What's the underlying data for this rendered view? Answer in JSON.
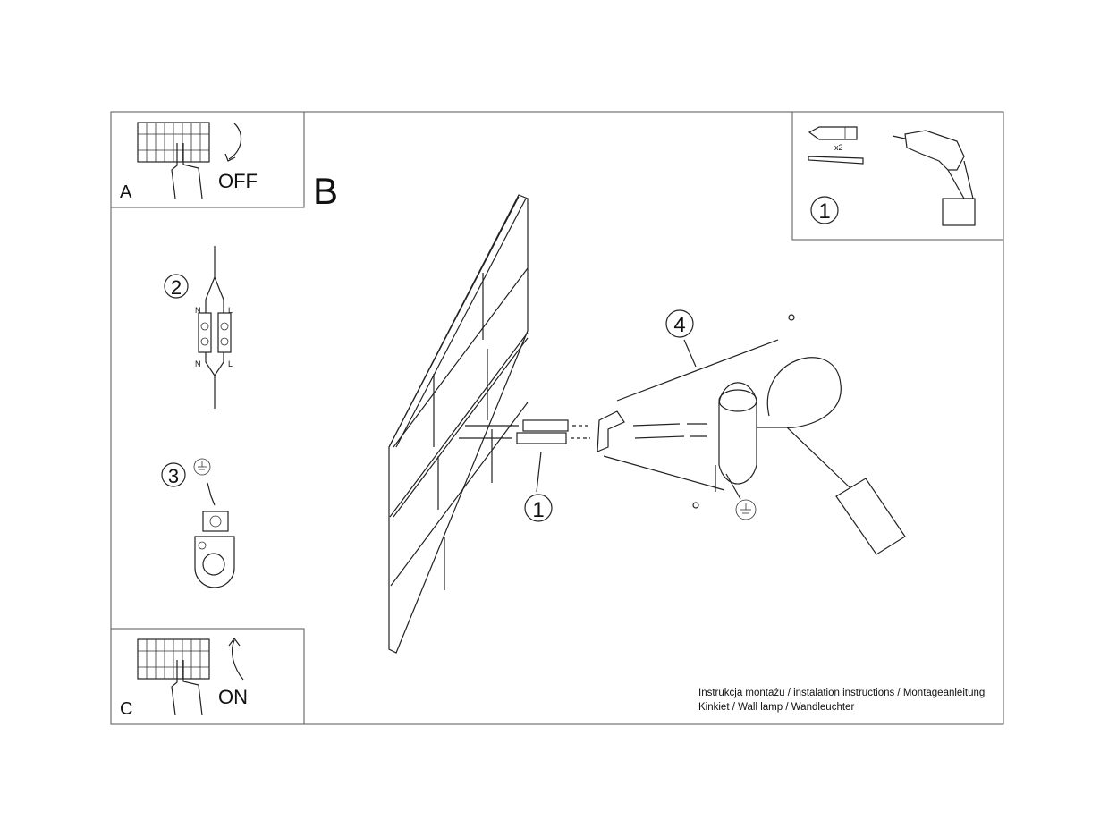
{
  "panels": {
    "a": {
      "letter": "A",
      "label": "OFF"
    },
    "b": {
      "letter": "B"
    },
    "c": {
      "letter": "C",
      "label": "ON"
    }
  },
  "steps": {
    "one": "1",
    "two": "2",
    "three": "3",
    "four": "4",
    "one_callout": "1"
  },
  "wiring": {
    "n_top": "N",
    "l_top": "L",
    "n_bottom": "N",
    "l_bottom": "L"
  },
  "kit": {
    "quantity": "x2"
  },
  "footer": {
    "line1": "Instrukcja montażu / instalation instructions / Montageanleitung",
    "line2": "Kinkiet / Wall lamp / Wandleuchter"
  }
}
